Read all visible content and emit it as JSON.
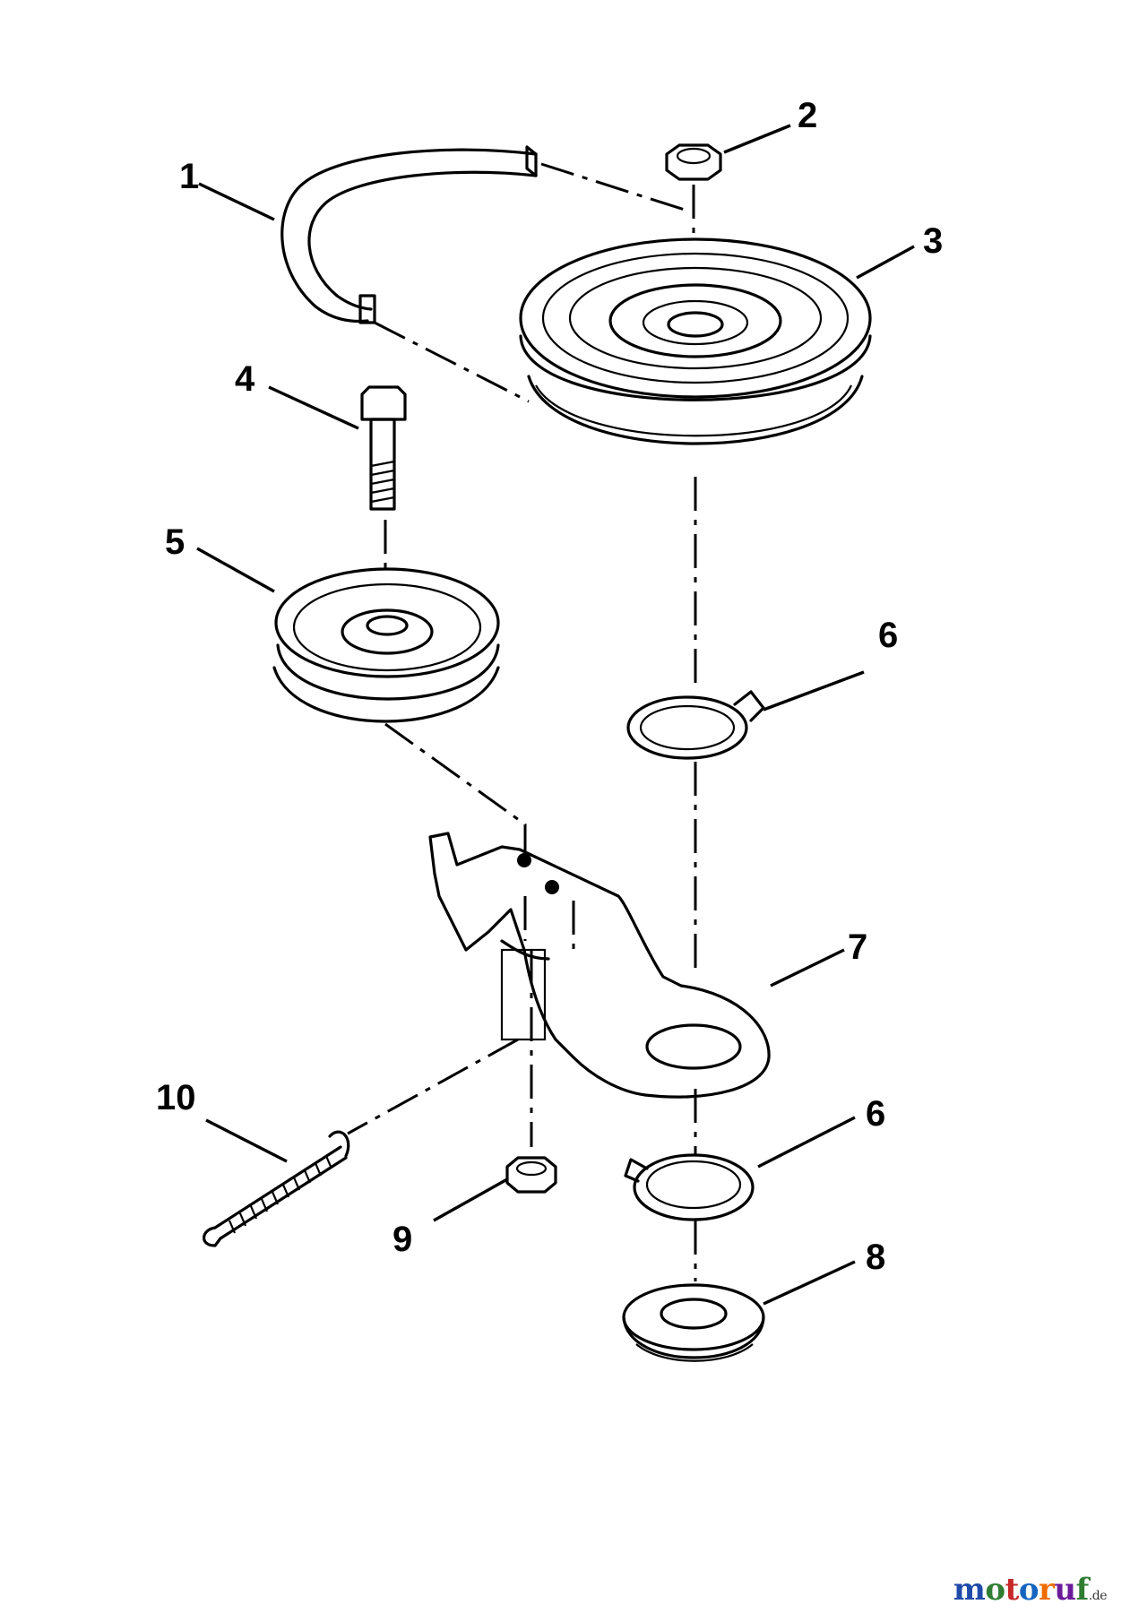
{
  "callouts": {
    "c1": "1",
    "c2": "2",
    "c3": "3",
    "c4": "4",
    "c5": "5",
    "c6a": "6",
    "c6b": "6",
    "c7": "7",
    "c8": "8",
    "c9": "9",
    "c10": "10"
  },
  "watermark": {
    "text_main": "motoruf",
    "text_suffix": ".de",
    "colors": {
      "m": "#1f4aa8",
      "o1": "#2e7d32",
      "t": "#c62828",
      "o2": "#1565c0",
      "r": "#ef6c00",
      "u": "#6a1b9a",
      "f": "#2e7d32"
    }
  }
}
